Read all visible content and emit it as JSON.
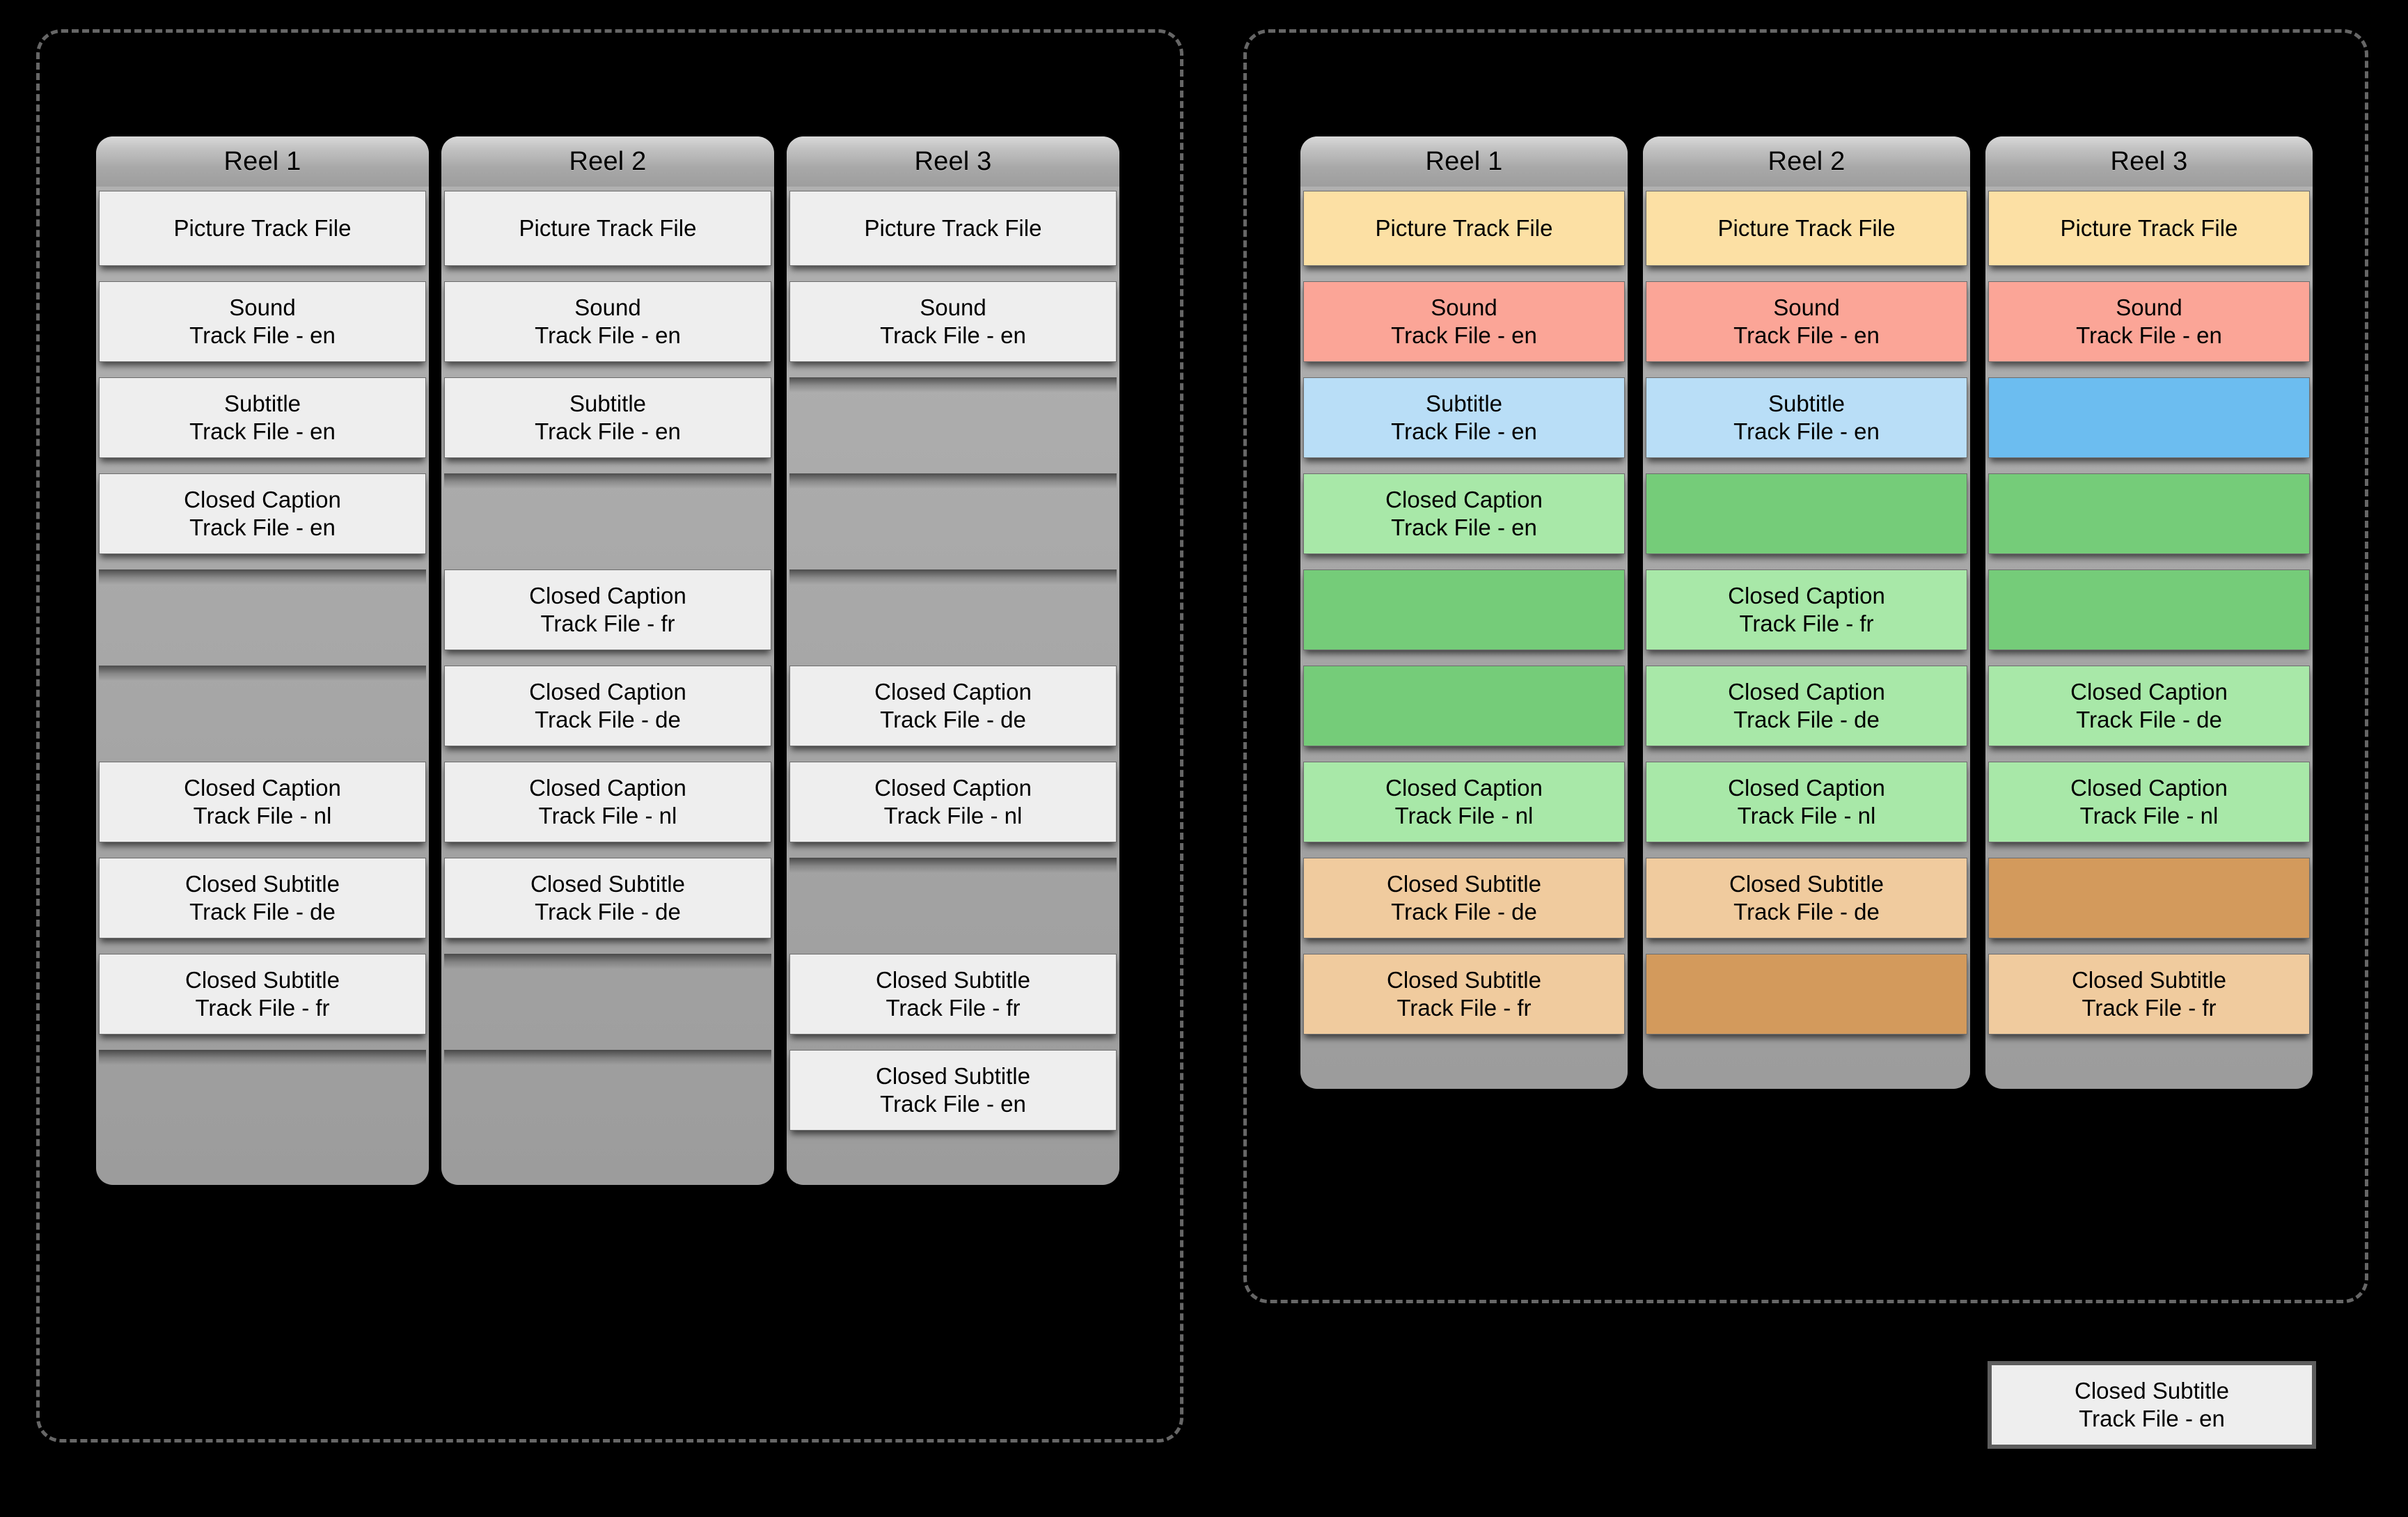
{
  "palette": {
    "background": "#000000",
    "group_border": "#666666",
    "reel_body": "#a9a9a9",
    "header_gray": "#b5b5b5",
    "plain_cell": "#eeeeee",
    "picture_light": "#fce0a4",
    "picture_dark": "#e3b05c",
    "sound_light": "#fba597",
    "sound_dark": "#f07a66",
    "subtitle_light": "#b9def7",
    "subtitle_dark": "#6cbdf0",
    "caption_light": "#a8e8a8",
    "caption_dark": "#75cc79",
    "closedsub_light": "#f0cb9e",
    "closedsub_dark": "#d39a5c"
  },
  "labels": {
    "picture": "Picture Track File",
    "sound_en_l1": "Sound",
    "sound_en_l2": "Track File - en",
    "subtitle_en_l1": "Subtitle",
    "subtitle_en_l2": "Track File - en",
    "cc_l1": "Closed Caption",
    "cc_en_l2": "Track File - en",
    "cc_fr_l2": "Track File - fr",
    "cc_de_l2": "Track File - de",
    "cc_nl_l2": "Track File - nl",
    "cs_l1": "Closed Subtitle",
    "cs_de_l2": "Track File - de",
    "cs_fr_l2": "Track File - fr",
    "cs_en_l2": "Track File - en"
  },
  "left_group": {
    "name": "uncolored-reel-group",
    "reels": [
      {
        "header": "Reel 1"
      },
      {
        "header": "Reel 2"
      },
      {
        "header": "Reel 3"
      }
    ],
    "rows": [
      {
        "id": "picture",
        "cells": [
          {
            "l1": "Picture Track File",
            "l2": "",
            "fill": "#eeeeee"
          },
          {
            "l1": "Picture Track File",
            "l2": "",
            "fill": "#eeeeee"
          },
          {
            "l1": "Picture Track File",
            "l2": "",
            "fill": "#eeeeee"
          }
        ]
      },
      {
        "id": "sound-en",
        "cells": [
          {
            "l1": "Sound",
            "l2": "Track File - en",
            "fill": "#eeeeee"
          },
          {
            "l1": "Sound",
            "l2": "Track File - en",
            "fill": "#eeeeee"
          },
          {
            "l1": "Sound",
            "l2": "Track File - en",
            "fill": "#eeeeee"
          }
        ]
      },
      {
        "id": "subtitle-en",
        "cells": [
          {
            "l1": "Subtitle",
            "l2": "Track File - en",
            "fill": "#eeeeee"
          },
          {
            "l1": "Subtitle",
            "l2": "Track File - en",
            "fill": "#eeeeee"
          },
          null
        ]
      },
      {
        "id": "cc-en",
        "cells": [
          {
            "l1": "Closed Caption",
            "l2": "Track File - en",
            "fill": "#eeeeee"
          },
          null,
          null
        ]
      },
      {
        "id": "cc-fr",
        "cells": [
          null,
          {
            "l1": "Closed Caption",
            "l2": "Track File - fr",
            "fill": "#eeeeee"
          },
          null
        ]
      },
      {
        "id": "cc-de",
        "cells": [
          null,
          {
            "l1": "Closed Caption",
            "l2": "Track File - de",
            "fill": "#eeeeee"
          },
          {
            "l1": "Closed Caption",
            "l2": "Track File - de",
            "fill": "#eeeeee"
          }
        ]
      },
      {
        "id": "cc-nl",
        "cells": [
          {
            "l1": "Closed Caption",
            "l2": "Track File - nl",
            "fill": "#eeeeee"
          },
          {
            "l1": "Closed Caption",
            "l2": "Track File - nl",
            "fill": "#eeeeee"
          },
          {
            "l1": "Closed Caption",
            "l2": "Track File - nl",
            "fill": "#eeeeee"
          }
        ]
      },
      {
        "id": "cs-de",
        "cells": [
          {
            "l1": "Closed Subtitle",
            "l2": "Track File - de",
            "fill": "#eeeeee"
          },
          {
            "l1": "Closed Subtitle",
            "l2": "Track File - de",
            "fill": "#eeeeee"
          },
          null
        ]
      },
      {
        "id": "cs-fr",
        "cells": [
          {
            "l1": "Closed Subtitle",
            "l2": "Track File - fr",
            "fill": "#eeeeee"
          },
          null,
          {
            "l1": "Closed Subtitle",
            "l2": "Track File - fr",
            "fill": "#eeeeee"
          }
        ]
      },
      {
        "id": "cs-en",
        "cells": [
          null,
          null,
          {
            "l1": "Closed Subtitle",
            "l2": "Track File - en",
            "fill": "#eeeeee"
          }
        ]
      }
    ]
  },
  "right_group": {
    "name": "colored-reel-group",
    "reels": [
      {
        "header": "Reel 1"
      },
      {
        "header": "Reel 2"
      },
      {
        "header": "Reel 3"
      }
    ],
    "rows": [
      {
        "id": "picture",
        "cells": [
          {
            "l1": "Picture Track File",
            "l2": "",
            "fill": "#fce0a4"
          },
          {
            "l1": "Picture Track File",
            "l2": "",
            "fill": "#fce0a4"
          },
          {
            "l1": "Picture Track File",
            "l2": "",
            "fill": "#fce0a4"
          }
        ]
      },
      {
        "id": "sound-en",
        "cells": [
          {
            "l1": "Sound",
            "l2": "Track File - en",
            "fill": "#fba597"
          },
          {
            "l1": "Sound",
            "l2": "Track File - en",
            "fill": "#fba597"
          },
          {
            "l1": "Sound",
            "l2": "Track File - en",
            "fill": "#fba597"
          }
        ]
      },
      {
        "id": "subtitle-en",
        "cells": [
          {
            "l1": "Subtitle",
            "l2": "Track File - en",
            "fill": "#b9def7"
          },
          {
            "l1": "Subtitle",
            "l2": "Track File - en",
            "fill": "#b9def7"
          },
          {
            "l1": "",
            "l2": "",
            "fill": "#6cbdf0"
          }
        ]
      },
      {
        "id": "cc-en",
        "cells": [
          {
            "l1": "Closed Caption",
            "l2": "Track File - en",
            "fill": "#a8e8a8"
          },
          {
            "l1": "",
            "l2": "",
            "fill": "#75cc79"
          },
          {
            "l1": "",
            "l2": "",
            "fill": "#75cc79"
          }
        ]
      },
      {
        "id": "cc-fr",
        "cells": [
          {
            "l1": "",
            "l2": "",
            "fill": "#75cc79"
          },
          {
            "l1": "Closed Caption",
            "l2": "Track File - fr",
            "fill": "#a8e8a8"
          },
          {
            "l1": "",
            "l2": "",
            "fill": "#75cc79"
          }
        ]
      },
      {
        "id": "cc-de",
        "cells": [
          {
            "l1": "",
            "l2": "",
            "fill": "#75cc79"
          },
          {
            "l1": "Closed Caption",
            "l2": "Track File - de",
            "fill": "#a8e8a8"
          },
          {
            "l1": "Closed Caption",
            "l2": "Track File - de",
            "fill": "#a8e8a8"
          }
        ]
      },
      {
        "id": "cc-nl",
        "cells": [
          {
            "l1": "Closed Caption",
            "l2": "Track File - nl",
            "fill": "#a8e8a8"
          },
          {
            "l1": "Closed Caption",
            "l2": "Track File - nl",
            "fill": "#a8e8a8"
          },
          {
            "l1": "Closed Caption",
            "l2": "Track File - nl",
            "fill": "#a8e8a8"
          }
        ]
      },
      {
        "id": "cs-de",
        "cells": [
          {
            "l1": "Closed Subtitle",
            "l2": "Track File - de",
            "fill": "#f0cb9e"
          },
          {
            "l1": "Closed Subtitle",
            "l2": "Track File - de",
            "fill": "#f0cb9e"
          },
          {
            "l1": "",
            "l2": "",
            "fill": "#d39a5c"
          }
        ]
      },
      {
        "id": "cs-fr",
        "cells": [
          {
            "l1": "Closed Subtitle",
            "l2": "Track File - fr",
            "fill": "#f0cb9e"
          },
          {
            "l1": "",
            "l2": "",
            "fill": "#d39a5c"
          },
          {
            "l1": "Closed Subtitle",
            "l2": "Track File - fr",
            "fill": "#f0cb9e"
          }
        ]
      }
    ]
  },
  "legend_chip": {
    "l1": "Closed Subtitle",
    "l2": "Track File - en",
    "fill": "#eeeeee",
    "border": "#5d5d5d"
  }
}
